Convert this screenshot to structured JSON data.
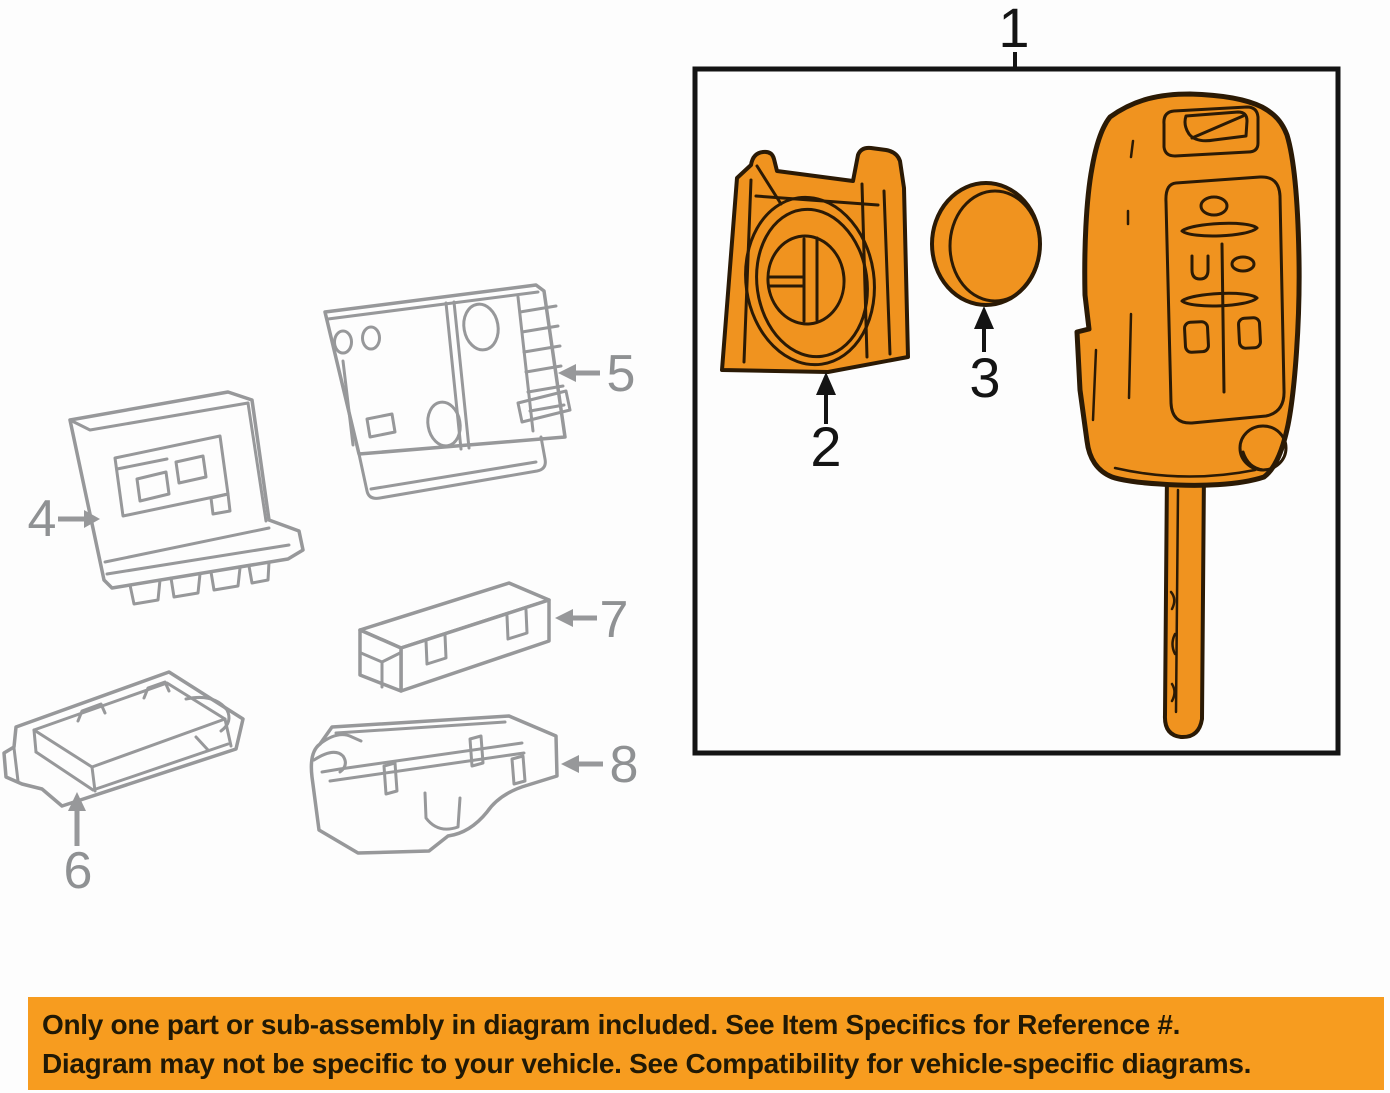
{
  "colors": {
    "page_bg": "#FDFDFD",
    "part_orange": "#F0931F",
    "part_outline": "#2B1A05",
    "gray_line": "#97989A",
    "callout_black": "#141414",
    "callout_gray": "#8F9193",
    "banner_bg": "#F79C1F",
    "banner_text": "#211905"
  },
  "diagram": {
    "callouts": [
      {
        "label": "1"
      },
      {
        "label": "2"
      },
      {
        "label": "3"
      },
      {
        "label": "4"
      },
      {
        "label": "5"
      },
      {
        "label": "6"
      },
      {
        "label": "7"
      },
      {
        "label": "8"
      }
    ]
  },
  "disclaimer": {
    "line1": "Only one part or sub-assembly in diagram included. See Item Specifics for Reference #.",
    "line2": "Diagram may not be specific to your vehicle. See Compatibility for vehicle-specific diagrams."
  }
}
